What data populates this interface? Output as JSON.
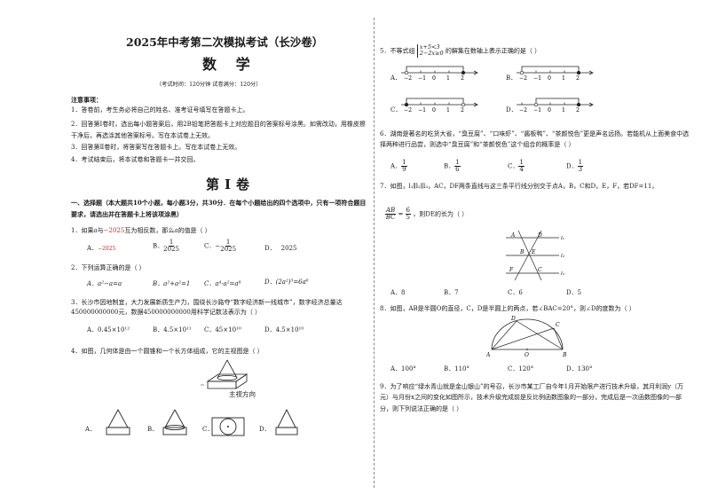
{
  "header": {
    "title": "2025年中考第二次模拟考试（长沙卷）",
    "subject": "数 学",
    "exam_info": "（考试时间：120分钟   试卷满分：120分）"
  },
  "notes": {
    "heading": "注意事项：",
    "items": [
      "1．答卷前，考生务必将自己的姓名、准考证号填写在答题卡上。",
      "2．回答第Ⅰ卷时，选出每小题答案后，用2B铅笔把答题卡上对应题目的答案标号涂黑。如需改动，用橡皮擦干净后，再选涂其他答案标号。写在本试卷上无效。",
      "3．回答第Ⅱ卷时，将答案写在答题卡上。写在本试卷上无效。",
      "4．考试结束后，将本试卷和答题卡一并交回。"
    ]
  },
  "volume_title": "第Ⅰ卷",
  "section1": {
    "heading": "一、选择题（本大题共10个小题，每小题3分，共30分．在每个小题给出的四个选项中，只有一项符合题目要求，请选出并在答题卡上将该项涂黑）"
  },
  "q1": {
    "stem_a": "1．如果",
    "var_a": "a",
    "stem_b": "与",
    "neg_value": "−2025",
    "stem_c": "互为相反数，那么",
    "stem_d": "的值是（   ）",
    "A": "A．",
    "A_val": "−2025",
    "B": "B．",
    "B_num": "1",
    "B_den": "2025",
    "C": "C．",
    "C_sign": "−",
    "C_num": "1",
    "C_den": "2025",
    "D": "D．",
    "D_val": "2025"
  },
  "q2": {
    "stem": "2．下列运算正确的是（   ）",
    "A": "A．a²−a=a",
    "B": "B．a²+a²=1",
    "C": "C．a⁴·a²=a⁸",
    "D": "D．(2a²)³=6a⁶"
  },
  "q3": {
    "stem": "3．长沙市因地制宜，大力发展新质生产力，围绕长沙路夺“数字经济新一线城市”，数字经济总量达450000000000元，数据450000000000用科学记数法表示为（   ）",
    "A": "A．0.45×10¹²",
    "B": "B．4.5×10¹¹",
    "C": "C．45×10¹⁰",
    "D": "D．4.5×10¹⁰"
  },
  "q4": {
    "stem": "4．如图，几何体是由一个圆锥和一个长方体组成，它的主视图是（   ）",
    "caption": "主视方向",
    "A": "A．",
    "B": "B．",
    "C": "C．",
    "D": "D．"
  },
  "q5": {
    "stem_a": "5．不等式组",
    "sys1": "x+5<3",
    "sys2": "2−2x≥0",
    "stem_b": "的解集在数轴上表示正确的是（   ）",
    "A": "A．",
    "B": "B．",
    "C": "C．",
    "D": "D．",
    "ticks": [
      "−2",
      "−1",
      "0",
      "1",
      "2"
    ]
  },
  "q6": {
    "stem": "6．湖南是著名的吃货大省，“臭豆腐”、“口味虾”、“酱板鸭”、“茶颜悦色”更是声名远扬。若能机从上面美食中选择两种进行品尝，则选中“臭豆腐”和“茶颜悦色”这个组合的概率是（   ）",
    "A": "A．",
    "A_num": "1",
    "A_den": "9",
    "B": "B．",
    "B_num": "1",
    "B_den": "6",
    "C": "C．",
    "C_num": "1",
    "C_den": "4",
    "D": "D．",
    "D_num": "1",
    "D_den": "3"
  },
  "q7": {
    "stem": "7．如图，l₁∥l₂∥l₃，AC，DF两条直线与这三条平行线分别交于点A，B，C和D，E，F，若DF=11，",
    "ratio_num": "AB",
    "ratio_den": "BC",
    "ratio_eq": "=",
    "ratio_val_num": "6",
    "ratio_val_den": "5",
    "stem_b": "，则DE的长为（   ）",
    "labels": {
      "A": "A",
      "B": "B",
      "C": "C",
      "D": "D",
      "E": "E",
      "F": "F",
      "l1": "l₁",
      "l2": "l₂",
      "l3": "l₃"
    },
    "A": "A．8",
    "B": "B．7",
    "C": "C．6",
    "D": "D．5"
  },
  "q8": {
    "stem": "8．如图，AB是半圆O的直径，C，D是半圆上的两点，若∠BAC=20°，则∠D的度数为（   ）",
    "labels": {
      "A": "A",
      "B": "B",
      "C": "C",
      "D": "D",
      "O": "O"
    },
    "A": "A．100°",
    "B": "B．110°",
    "C": "C．120°",
    "D": "D．130°"
  },
  "q9": {
    "stem": "9．为了响应“绿水青山就是金山银山”的号召，长沙市某工厂自今年1月开始限产进行技术升级，其月利润y（万元）与月份x之间的变化如图所示，技术升级完成前是反比例函数图象的一部分，完成后是一次函数图像的一部分，则下列说法正确的是（   ）"
  }
}
